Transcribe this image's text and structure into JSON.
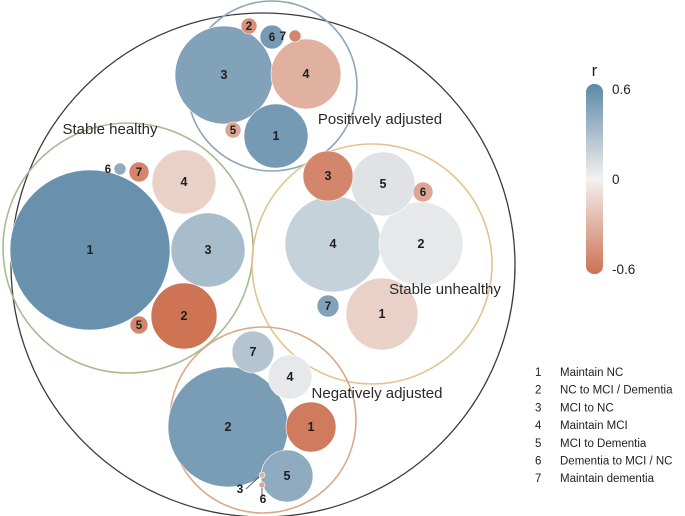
{
  "chart_data": {
    "type": "circle-packing",
    "colorbar": {
      "title": "r",
      "max_label": "0.6",
      "mid_label": "0",
      "min_label": "-0.6",
      "range": [
        -0.6,
        0.6
      ],
      "colors": {
        "high": "#5c88a8",
        "mid": "#f3f1ef",
        "low": "#cd7050"
      }
    },
    "legend": [
      {
        "code": "1",
        "label": "Maintain NC"
      },
      {
        "code": "2",
        "label": "NC to MCI / Dementia"
      },
      {
        "code": "3",
        "label": "MCI to NC"
      },
      {
        "code": "4",
        "label": "Maintain MCI"
      },
      {
        "code": "5",
        "label": "MCI to Dementia"
      },
      {
        "code": "6",
        "label": "Dementia to MCI / NC"
      },
      {
        "code": "7",
        "label": "Maintain dementia"
      }
    ],
    "groups": [
      {
        "name": "Positively adjusted",
        "ring_color": "#8fa5ba",
        "bubbles": [
          {
            "code": "3",
            "r": 0.45
          },
          {
            "code": "4",
            "r": -0.3
          },
          {
            "code": "1",
            "r": 0.5
          },
          {
            "code": "6",
            "r": 0.5
          },
          {
            "code": "2",
            "r": -0.45
          },
          {
            "code": "7",
            "r": -0.5
          },
          {
            "code": "5",
            "r": -0.35
          }
        ]
      },
      {
        "name": "Stable healthy",
        "ring_color": "#a6bb92",
        "bubbles": [
          {
            "code": "1",
            "r": 0.55
          },
          {
            "code": "2",
            "r": -0.58
          },
          {
            "code": "3",
            "r": 0.3
          },
          {
            "code": "4",
            "r": -0.15
          },
          {
            "code": "5",
            "r": -0.5
          },
          {
            "code": "6",
            "r": 0.4
          },
          {
            "code": "7",
            "r": -0.5
          }
        ]
      },
      {
        "name": "Stable unhealthy",
        "ring_color": "#e2c48e",
        "bubbles": [
          {
            "code": "4",
            "r": 0.18
          },
          {
            "code": "2",
            "r": 0.05
          },
          {
            "code": "1",
            "r": -0.15
          },
          {
            "code": "5",
            "r": 0.08
          },
          {
            "code": "3",
            "r": -0.5
          },
          {
            "code": "6",
            "r": -0.35
          },
          {
            "code": "7",
            "r": 0.45
          }
        ]
      },
      {
        "name": "Negatively adjusted",
        "ring_color": "#d9a98a",
        "bubbles": [
          {
            "code": "2",
            "r": 0.48
          },
          {
            "code": "1",
            "r": -0.55
          },
          {
            "code": "5",
            "r": 0.4
          },
          {
            "code": "4",
            "r": 0.05
          },
          {
            "code": "7",
            "r": 0.25
          },
          {
            "code": "3",
            "r": -0.3
          },
          {
            "code": "6",
            "r": -0.35
          }
        ]
      }
    ]
  }
}
